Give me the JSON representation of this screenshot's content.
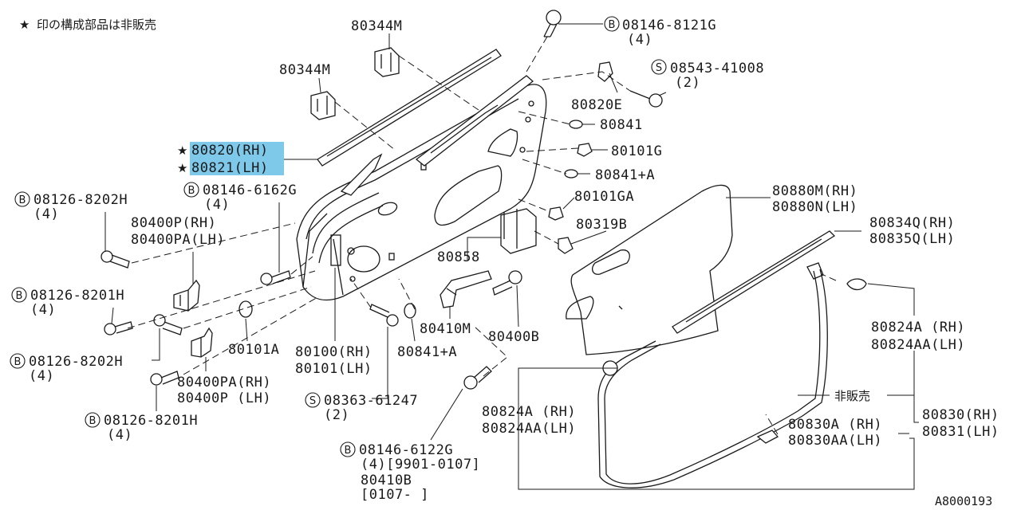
{
  "legend": {
    "star": "★",
    "text": "印の構成部品は非販売"
  },
  "diagram_code": "A8000193",
  "callouts": {
    "c_80344M_top": "80344M",
    "c_80344M_mid": "80344M",
    "c_08146_8121G": "08146-8121G",
    "c_08146_8121G_qty": "(4)",
    "c_08543_41008": "08543-41008",
    "c_08543_41008_qty": "(2)",
    "c_80820E": "80820E",
    "c_80841_a": "80841",
    "c_80101G": "80101G",
    "c_80841A_r": "80841+A",
    "c_80101GA": "80101GA",
    "c_80319B": "80319B",
    "c_80880M": "80880M(RH)",
    "c_80880N": "80880N(LH)",
    "c_80834Q": "80834Q(RH)",
    "c_80835Q": "80835Q(LH)",
    "c_80820": "80820(RH)",
    "c_80821": "80821(LH)",
    "c_08126_8202H_a": "08126-8202H",
    "c_08126_8202H_a_qty": "(4)",
    "c_08146_6162G": "08146-6162G",
    "c_08146_6162G_qty": "(4)",
    "c_80400P_rh": "80400P(RH)",
    "c_80400PA_lh": "80400PA(LH)",
    "c_80858": "80858",
    "c_08126_8201H_a": "08126-8201H",
    "c_08126_8201H_a_qty": "(4)",
    "c_80410M": "80410M",
    "c_80400B": "80400B",
    "c_80101A": "80101A",
    "c_80100": "80100(RH)",
    "c_80101": "80101(LH)",
    "c_80841A_l": "80841+A",
    "c_08126_8202H_b": "08126-8202H",
    "c_08126_8202H_b_qty": "(4)",
    "c_80400PA_rh": "80400PA(RH)",
    "c_80400P_lh": "80400P (LH)",
    "c_08363_61247": "08363-61247",
    "c_08363_61247_qty": "(2)",
    "c_80824A_r": "80824A (RH)",
    "c_80824AA_r": "80824AA(LH)",
    "c_non_sale": "非販売",
    "c_80824A_l": "80824A (RH)",
    "c_80824AA_l": "80824AA(LH)",
    "c_80830A": "80830A (RH)",
    "c_80830AA": "80830AA(LH)",
    "c_80830": "80830(RH)",
    "c_80831": "80831(LH)",
    "c_08126_8201H_b": "08126-8201H",
    "c_08126_8201H_b_qty": "(4)",
    "c_08146_6122G": "08146-6122G",
    "c_08146_6122G_qty": "(4)[9901-0107]",
    "c_80410B": "80410B",
    "c_80410B_range": "[0107-    ]"
  },
  "markers": {
    "B": "B",
    "S": "S"
  },
  "colors": {
    "highlight": "#7ec8ea",
    "ink": "#1a1a1a"
  }
}
